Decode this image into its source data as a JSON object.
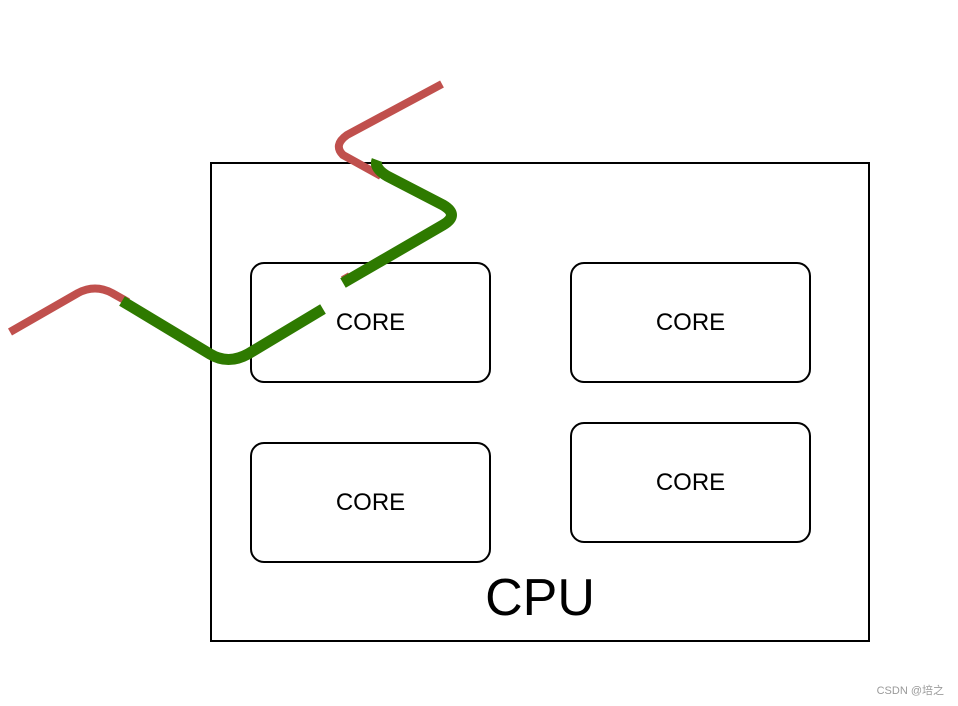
{
  "diagram": {
    "cpu_label": "CPU",
    "cores": [
      {
        "label": "CORE"
      },
      {
        "label": "CORE"
      },
      {
        "label": "CORE"
      },
      {
        "label": "CORE"
      }
    ],
    "thread_colors": {
      "background_thread": "#c0504d",
      "active_thread": "#2e7a00"
    }
  },
  "watermark": "CSDN @培之"
}
